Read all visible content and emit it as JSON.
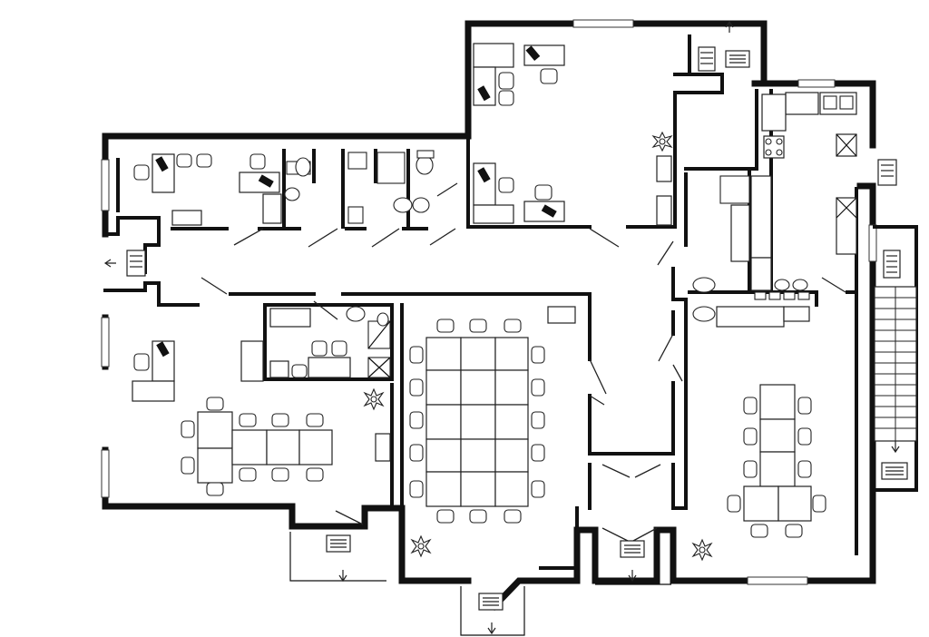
{
  "diagram": {
    "type": "architectural floor plan",
    "colors": {
      "background": "#ffffff",
      "line": "#111111"
    },
    "rooms": [
      {
        "id": "office-north-west"
      },
      {
        "id": "office-north"
      },
      {
        "id": "restroom-block"
      },
      {
        "id": "kitchen"
      },
      {
        "id": "open-office-west"
      },
      {
        "id": "meeting-room-central"
      },
      {
        "id": "meeting-room-east"
      },
      {
        "id": "stairwell"
      },
      {
        "id": "storage-room"
      }
    ],
    "icons": [
      "chair-icon",
      "desk-icon",
      "computer-icon",
      "plant-icon",
      "radiator-icon",
      "toilet-icon",
      "sink-icon",
      "shower-icon",
      "stair-icon",
      "arrow-icon"
    ]
  }
}
